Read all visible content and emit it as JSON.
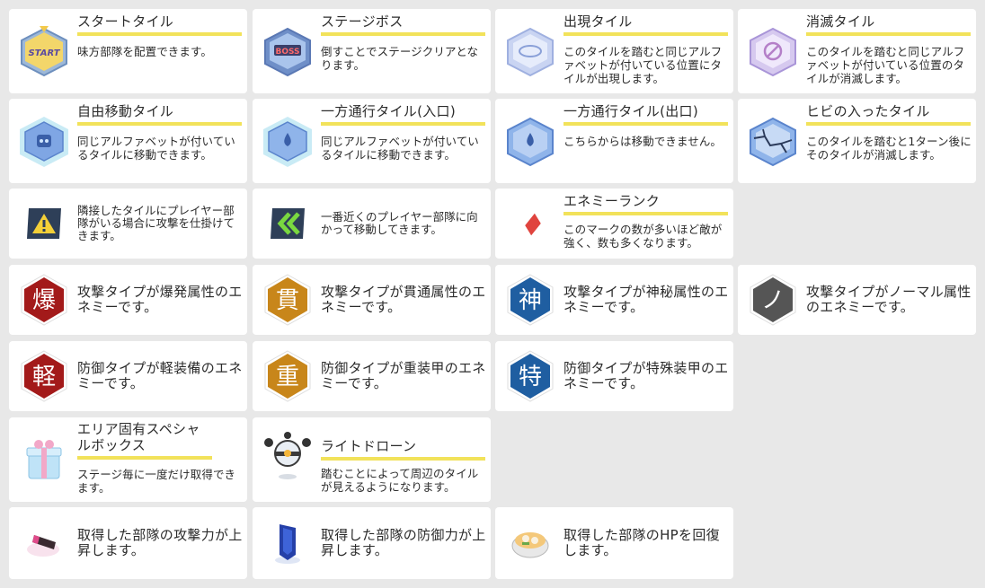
{
  "tiles": {
    "start": {
      "title": "スタートタイル",
      "desc": "味方部隊を配置できます。",
      "icon": "start-tile-icon",
      "badge": "START"
    },
    "boss": {
      "title": "ステージボス",
      "desc": "倒すことでステージクリアとなります。",
      "icon": "boss-tile-icon",
      "badge": "BOSS"
    },
    "appear": {
      "title": "出現タイル",
      "desc": "このタイルを踏むと同じアルファベットが付いている位置にタイルが出現します。",
      "icon": "appear-tile-icon"
    },
    "vanish": {
      "title": "消滅タイル",
      "desc": "このタイルを踏むと同じアルファベットが付いている位置のタイルが消滅します。",
      "icon": "vanish-tile-icon"
    },
    "free_move": {
      "title": "自由移動タイル",
      "desc": "同じアルファベットが付いているタイルに移動できます。",
      "icon": "free-move-tile-icon"
    },
    "oneway_in": {
      "title": "一方通行タイル(入口)",
      "desc": "同じアルファベットが付いているタイルに移動できます。",
      "icon": "oneway-entrance-tile-icon"
    },
    "oneway_out": {
      "title": "一方通行タイル(出口)",
      "desc": "こちらからは移動できません。",
      "icon": "oneway-exit-tile-icon"
    },
    "cracked": {
      "title": "ヒビの入ったタイル",
      "desc": "このタイルを踏むと1ターン後にそのタイルが消滅します。",
      "icon": "cracked-tile-icon"
    }
  },
  "markers": {
    "warning": {
      "desc": "隣接したタイルにプレイヤー部隊がいる場合に攻撃を仕掛けてきます。",
      "icon": "warning-icon"
    },
    "chase": {
      "desc": "一番近くのプレイヤー部隊に向かって移動してきます。",
      "icon": "chevron-left-icon"
    },
    "rank": {
      "title": "エネミーランク",
      "desc": "このマークの数が多いほど敵が強く、数も多くなります。",
      "icon": "diamond-icon"
    }
  },
  "attack_types": [
    {
      "glyph": "爆",
      "desc": "攻撃タイプが爆発属性のエネミーです。",
      "color": "#a31a1a"
    },
    {
      "glyph": "貫",
      "desc": "攻撃タイプが貫通属性のエネミーです。",
      "color": "#c8861a"
    },
    {
      "glyph": "神",
      "desc": "攻撃タイプが神秘属性のエネミーです。",
      "color": "#1f5ea1"
    },
    {
      "glyph": "ノ",
      "desc": "攻撃タイプがノーマル属性のエネミーです。",
      "color": "#555555"
    }
  ],
  "defense_types": [
    {
      "glyph": "軽",
      "desc": "防御タイプが軽装備のエネミーです。",
      "color": "#a31a1a"
    },
    {
      "glyph": "重",
      "desc": "防御タイプが重装甲のエネミーです。",
      "color": "#c8861a"
    },
    {
      "glyph": "特",
      "desc": "防御タイプが特殊装甲のエネミーです。",
      "color": "#1f5ea1"
    }
  ],
  "items": {
    "box": {
      "title": "エリア固有スペシャルボックス",
      "desc": "ステージ毎に一度だけ取得できます。",
      "icon": "gift-box-icon"
    },
    "drone": {
      "title": "ライトドローン",
      "desc": "踏むことによって周辺のタイルが見えるようになります。",
      "icon": "drone-icon"
    },
    "atk": {
      "desc": "取得した部隊の攻撃力が上昇します。",
      "icon": "attack-item-icon"
    },
    "def": {
      "desc": "取得した部隊の防御力が上昇します。",
      "icon": "defense-item-icon"
    },
    "hp": {
      "desc": "取得した部隊のHPを回復します。",
      "icon": "food-bowl-icon"
    }
  },
  "colors": {
    "accent_bar": "#f2e25a",
    "background": "#e8e8e8",
    "card": "#ffffff"
  }
}
